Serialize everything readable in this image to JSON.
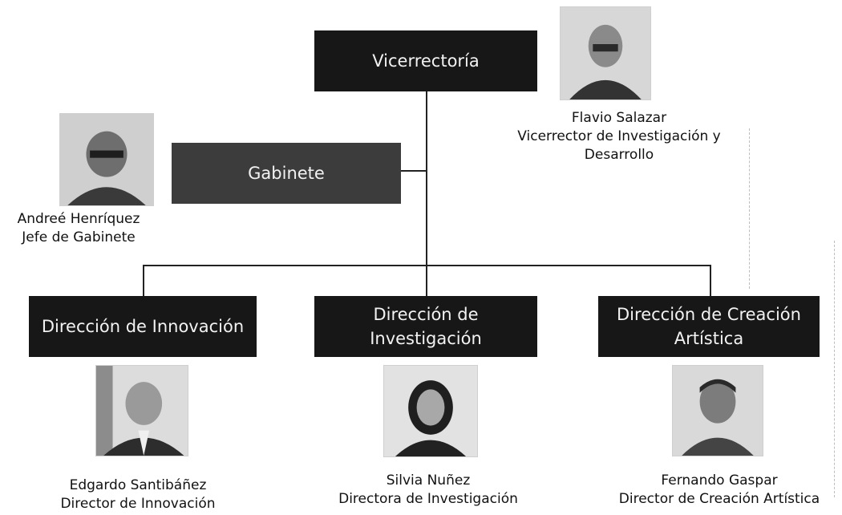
{
  "boxes": {
    "vicerrectoria": "Vicerrectoría",
    "gabinete": "Gabinete",
    "innovacion": "Dirección de Innovación",
    "investigacion": "Dirección de\nInvestigación",
    "creacion": "Dirección de Creación\nArtística"
  },
  "people": {
    "vicerrector": {
      "name": "Flavio Salazar",
      "title_line1": "Vicerrector  de Investigación y",
      "title_line2": "Desarrollo"
    },
    "jefe_gabinete": {
      "name": "Andreé Henríquez",
      "title": "Jefe de Gabinete"
    },
    "director_innovacion": {
      "name": "Edgardo Santibáñez",
      "title": "Director de Innovación"
    },
    "directora_investigacion": {
      "name": "Silvia Nuñez",
      "title": "Directora de Investigación"
    },
    "director_creacion": {
      "name": "Fernando Gaspar",
      "title": "Director de Creación Artística"
    }
  },
  "colors": {
    "box_dark": "#171717",
    "box_mid": "#3c3c3c",
    "connector": "#222222"
  },
  "icons": [
    "portrait-photo-icon"
  ]
}
